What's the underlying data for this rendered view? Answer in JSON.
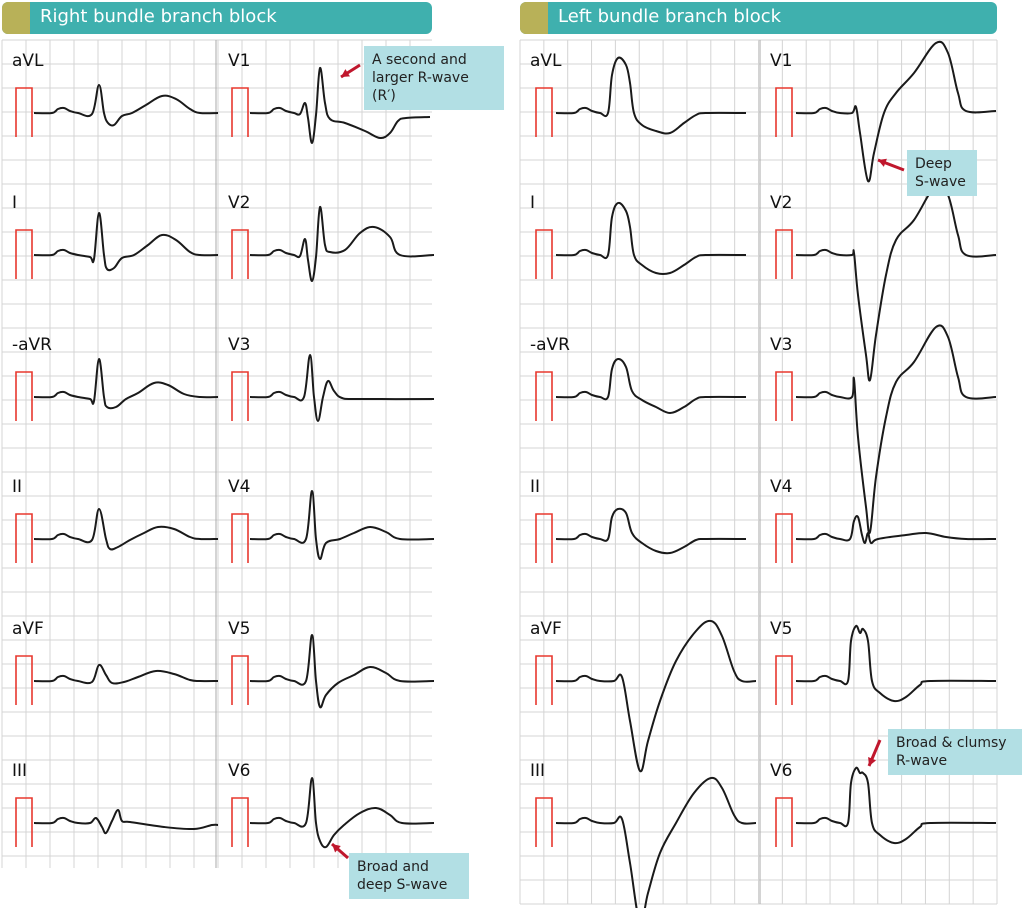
{
  "panels": [
    {
      "title": "Right bundle branch block",
      "leads": [
        "aVL",
        "I",
        "-aVR",
        "II",
        "aVF",
        "III",
        "V1",
        "V2",
        "V3",
        "V4",
        "V5",
        "V6"
      ]
    },
    {
      "title": "Left bundle branch block",
      "leads": [
        "aVL",
        "I",
        "-aVR",
        "II",
        "aVF",
        "III",
        "V1",
        "V2",
        "V3",
        "V4",
        "V5",
        "V6"
      ]
    }
  ],
  "callouts": {
    "rbbb_v1": "A second and larger R-wave (R′)",
    "rbbb_v6": "Broad and deep S-wave",
    "lbbb_v1": "Deep S-wave",
    "lbbb_v6": "Broad & clumsy R-wave"
  },
  "colors": {
    "header": "#3fb0ae",
    "header_tab": "#b8b158",
    "callout": "#b2dfe4",
    "arrow": "#c0172d",
    "calibration": "#e8382f",
    "grid": "#d4d4d4"
  }
}
